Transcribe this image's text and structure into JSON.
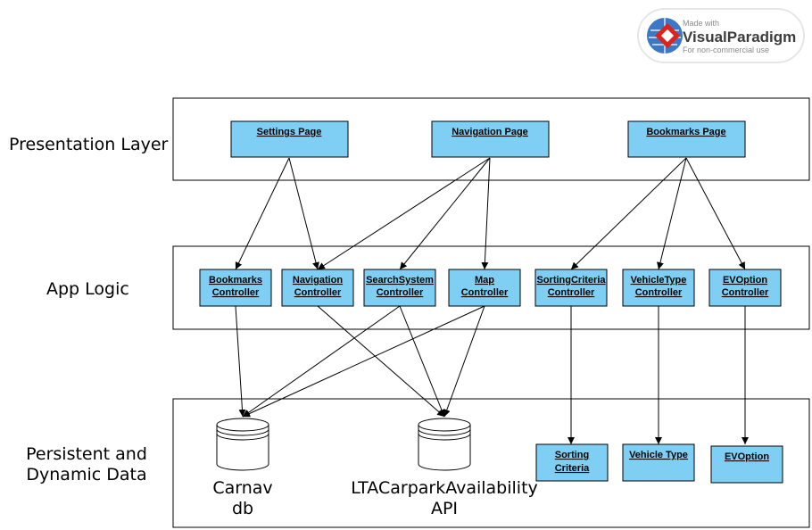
{
  "watermark": {
    "made_with": "Made with",
    "brand_prefix": "Visual",
    "brand_suffix": "Paradigm",
    "note": "For non-commercial use",
    "icon_color_red": "#d9251d",
    "icon_color_blue": "#3d78c4"
  },
  "layers": {
    "presentation": "Presentation Layer",
    "app_logic": "App Logic",
    "data_line1": "Persistent and",
    "data_line2": "Dynamic Data"
  },
  "boxes": {
    "settings_page": "Settings Page",
    "navigation_page": "Navigation Page",
    "bookmarks_page": "Bookmarks Page",
    "bookmarks_controller": [
      "Bookmarks",
      "Controller"
    ],
    "navigation_controller": [
      "Navigation",
      "Controller"
    ],
    "search_system_controller": [
      "SearchSystem",
      "Controller"
    ],
    "map_controller": [
      "Map",
      "Controller"
    ],
    "sorting_criteria_controller": [
      "SortingCriteria",
      "Controller"
    ],
    "vehicle_type_controller": [
      "VehicleType",
      "Controller"
    ],
    "evoption_controller": [
      "EVOption",
      "Controller"
    ],
    "sorting_criteria": [
      "Sorting",
      "Criteria"
    ],
    "vehicle_type": "Vehicle Type",
    "evoption": "EVOption"
  },
  "databases": {
    "carnav": [
      "Carnav",
      "db"
    ],
    "lta": [
      "LTACarparkAvailability",
      "API"
    ]
  },
  "colors": {
    "box_fill": "#7fcff5",
    "layer_border": "#000000"
  }
}
